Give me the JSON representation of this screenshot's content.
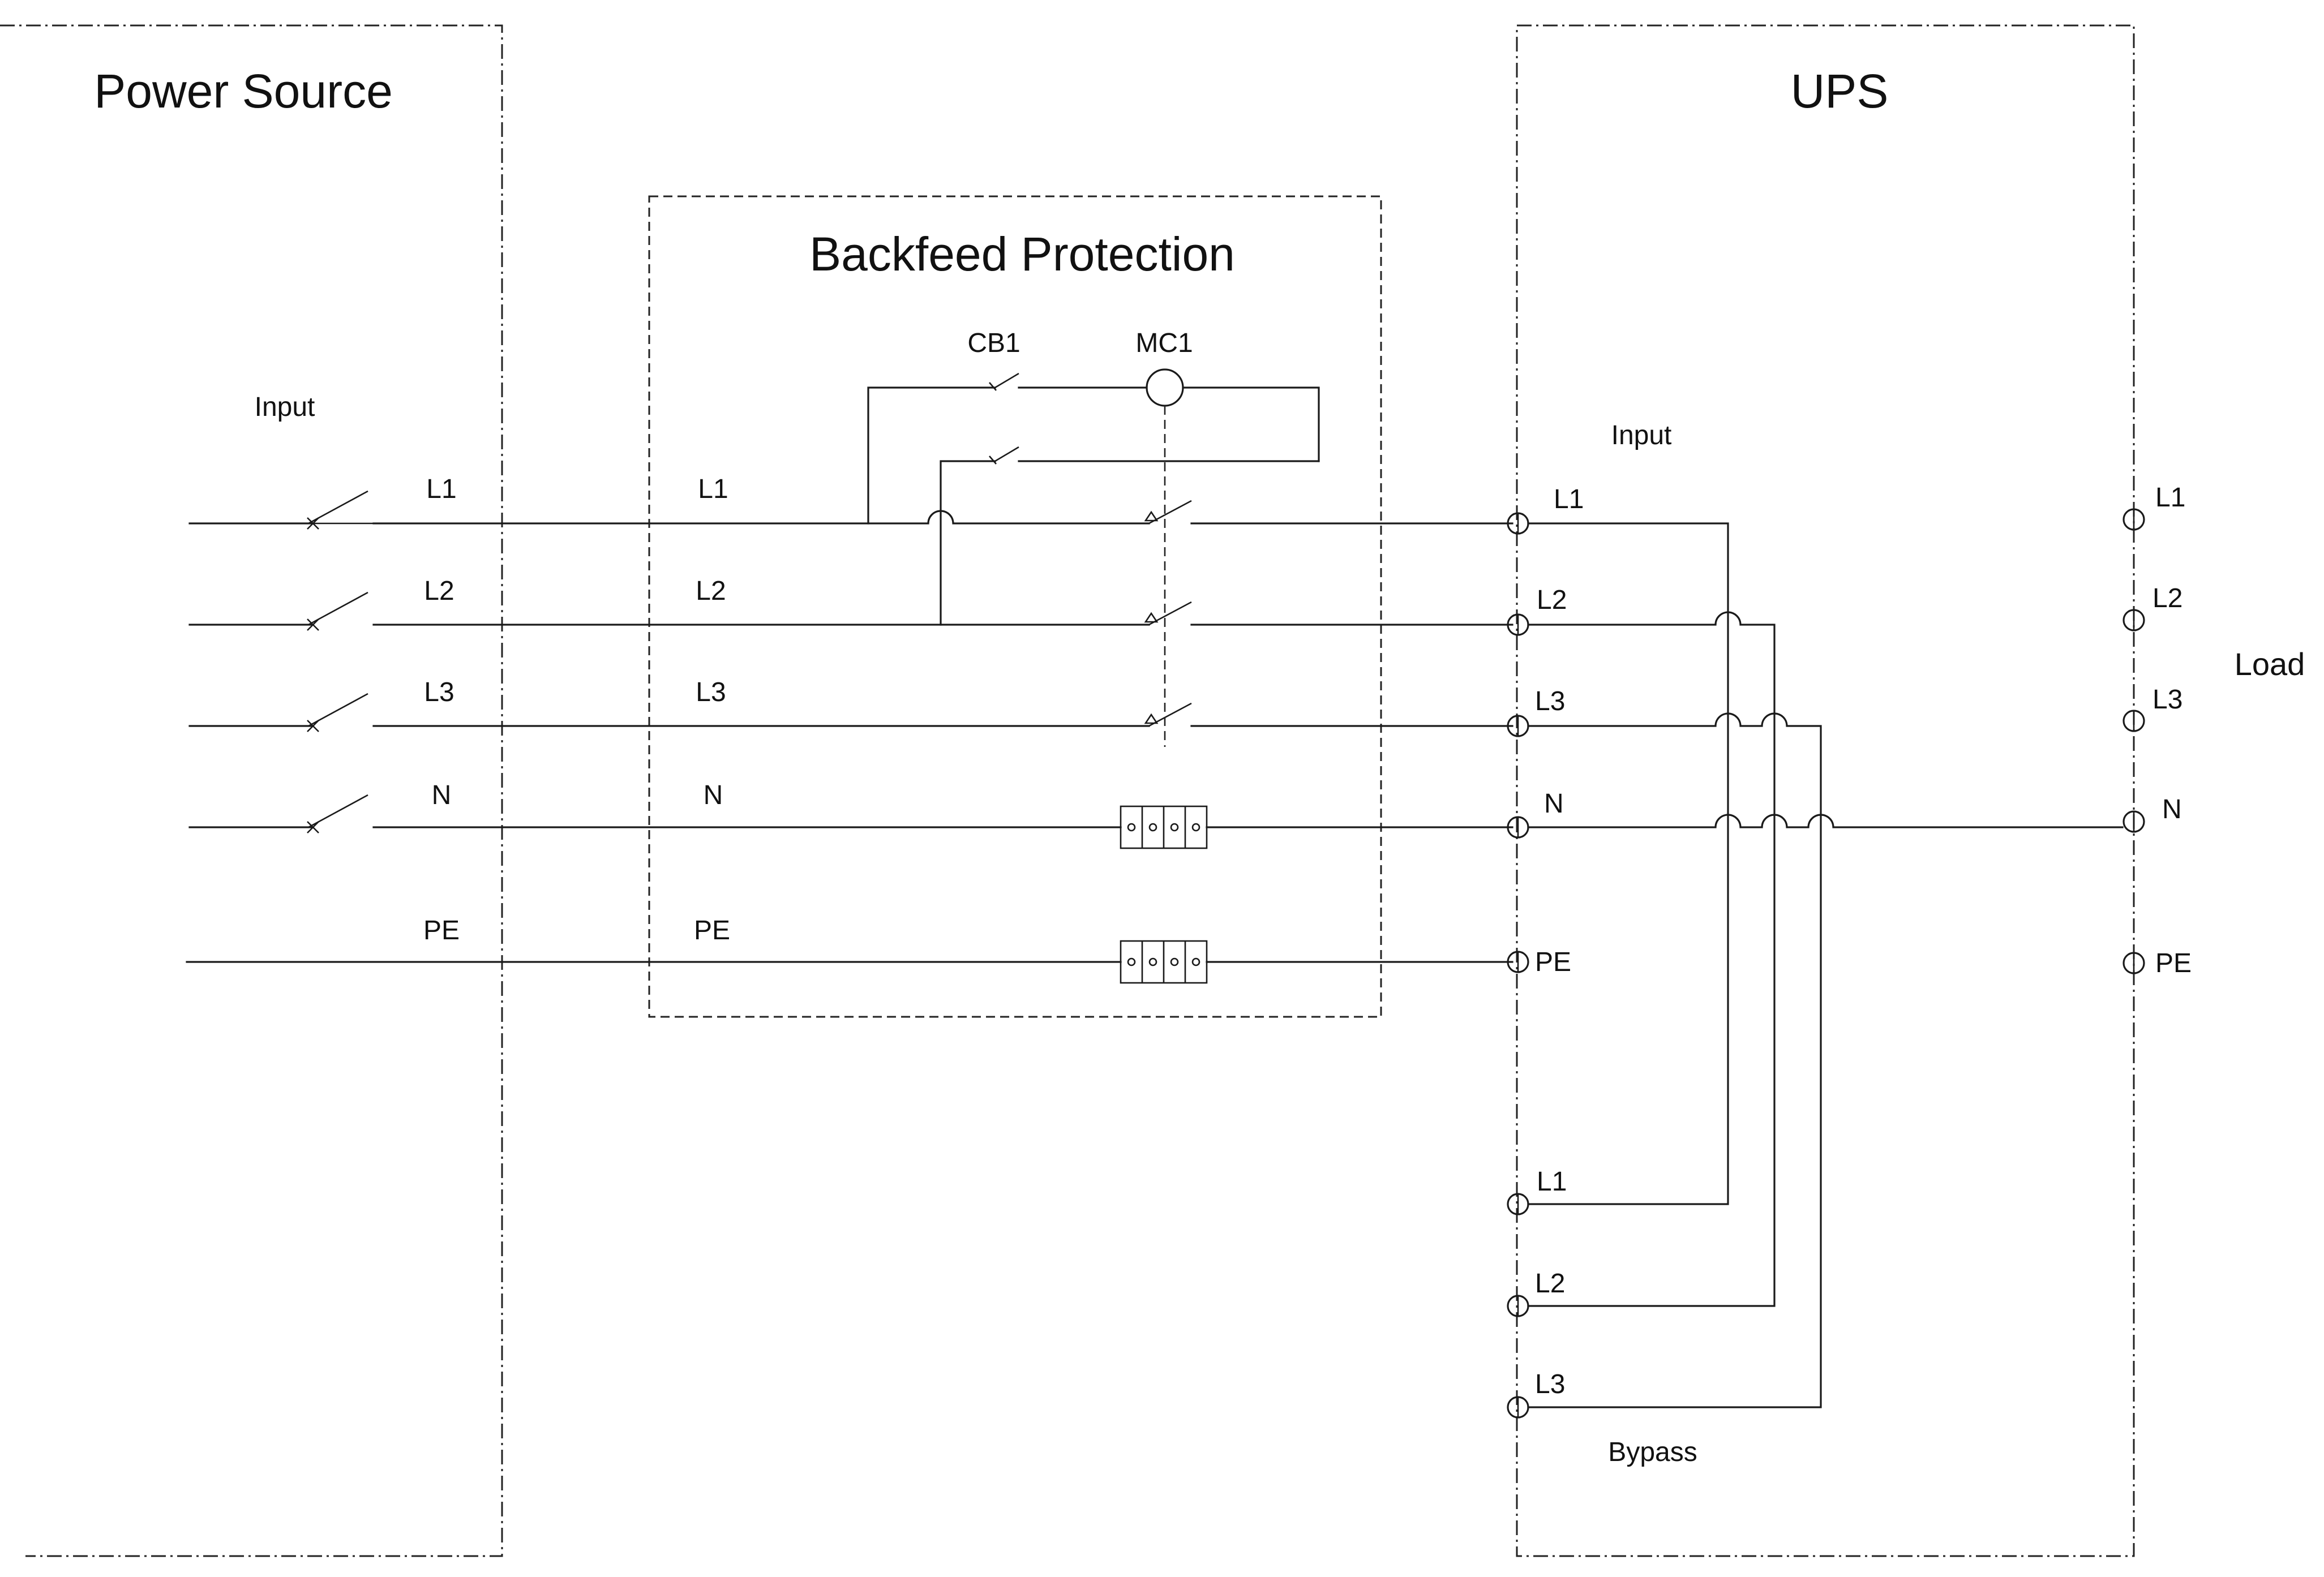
{
  "sections": {
    "power_source": "Power Source",
    "backfeed": "Backfeed Protection",
    "ups": "UPS"
  },
  "power_source": {
    "input_label": "Input",
    "phases": [
      "L1",
      "L2",
      "L3",
      "N",
      "PE"
    ]
  },
  "backfeed": {
    "phases": [
      "L1",
      "L2",
      "L3",
      "N",
      "PE"
    ],
    "cb1": "CB1",
    "mc1": "MC1"
  },
  "ups": {
    "input_label": "Input",
    "input_terminals": [
      "L1",
      "L2",
      "L3",
      "N",
      "PE"
    ],
    "bypass_label": "Bypass",
    "bypass_terminals": [
      "L1",
      "L2",
      "L3"
    ],
    "output_terminals": [
      "L1",
      "L2",
      "L3",
      "N",
      "PE"
    ]
  },
  "load_label": "Load"
}
